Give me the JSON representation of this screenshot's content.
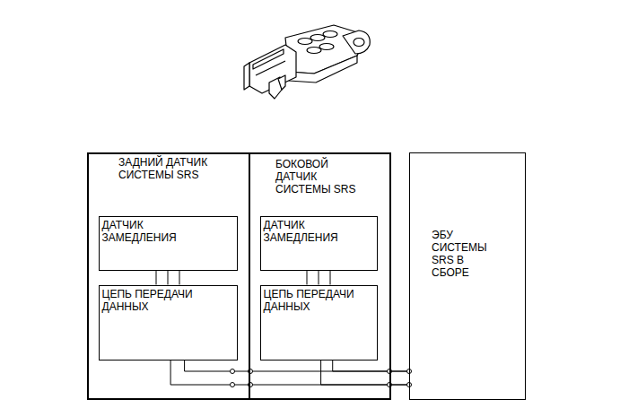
{
  "diagram": {
    "nodes": [
      {
        "text": [
          "ЗАДНИЙ ДАТЧИК СИСТЕМЫ SRS"
        ]
      },
      {
        "text": [
          "ДАТЧИК ЗАМЕДЛЕНИЯ"
        ],
        "in": 0
      },
      {
        "text": [
          "ЦЕПЬ ПЕРЕДАЧИ ДАННЫХ"
        ],
        "in": 0
      },
      {
        "text": [
          "БОКОВОЙ ДАТЧИК СИСТЕМЫ SRS"
        ]
      },
      {
        "text": [
          "ДАТЧИК ЗАМЕДЛЕНИЯ"
        ],
        "in": 3
      },
      {
        "text": [
          "ЦЕПЬ ПЕРЕДАЧИ ДАННЫХ"
        ],
        "in": 3
      },
      {
        "text": [
          "ЭБУ СИСТЕМЫ SRS В СБОРЕ"
        ]
      }
    ],
    "edges": [
      {
        "from": 1,
        "to": 2,
        "arrow": "none"
      },
      {
        "from": 4,
        "to": 5,
        "arrow": "none"
      },
      {
        "from": 2,
        "to": 6,
        "arrow": "none"
      },
      {
        "from": 5,
        "to": 6,
        "arrow": "none"
      }
    ]
  }
}
